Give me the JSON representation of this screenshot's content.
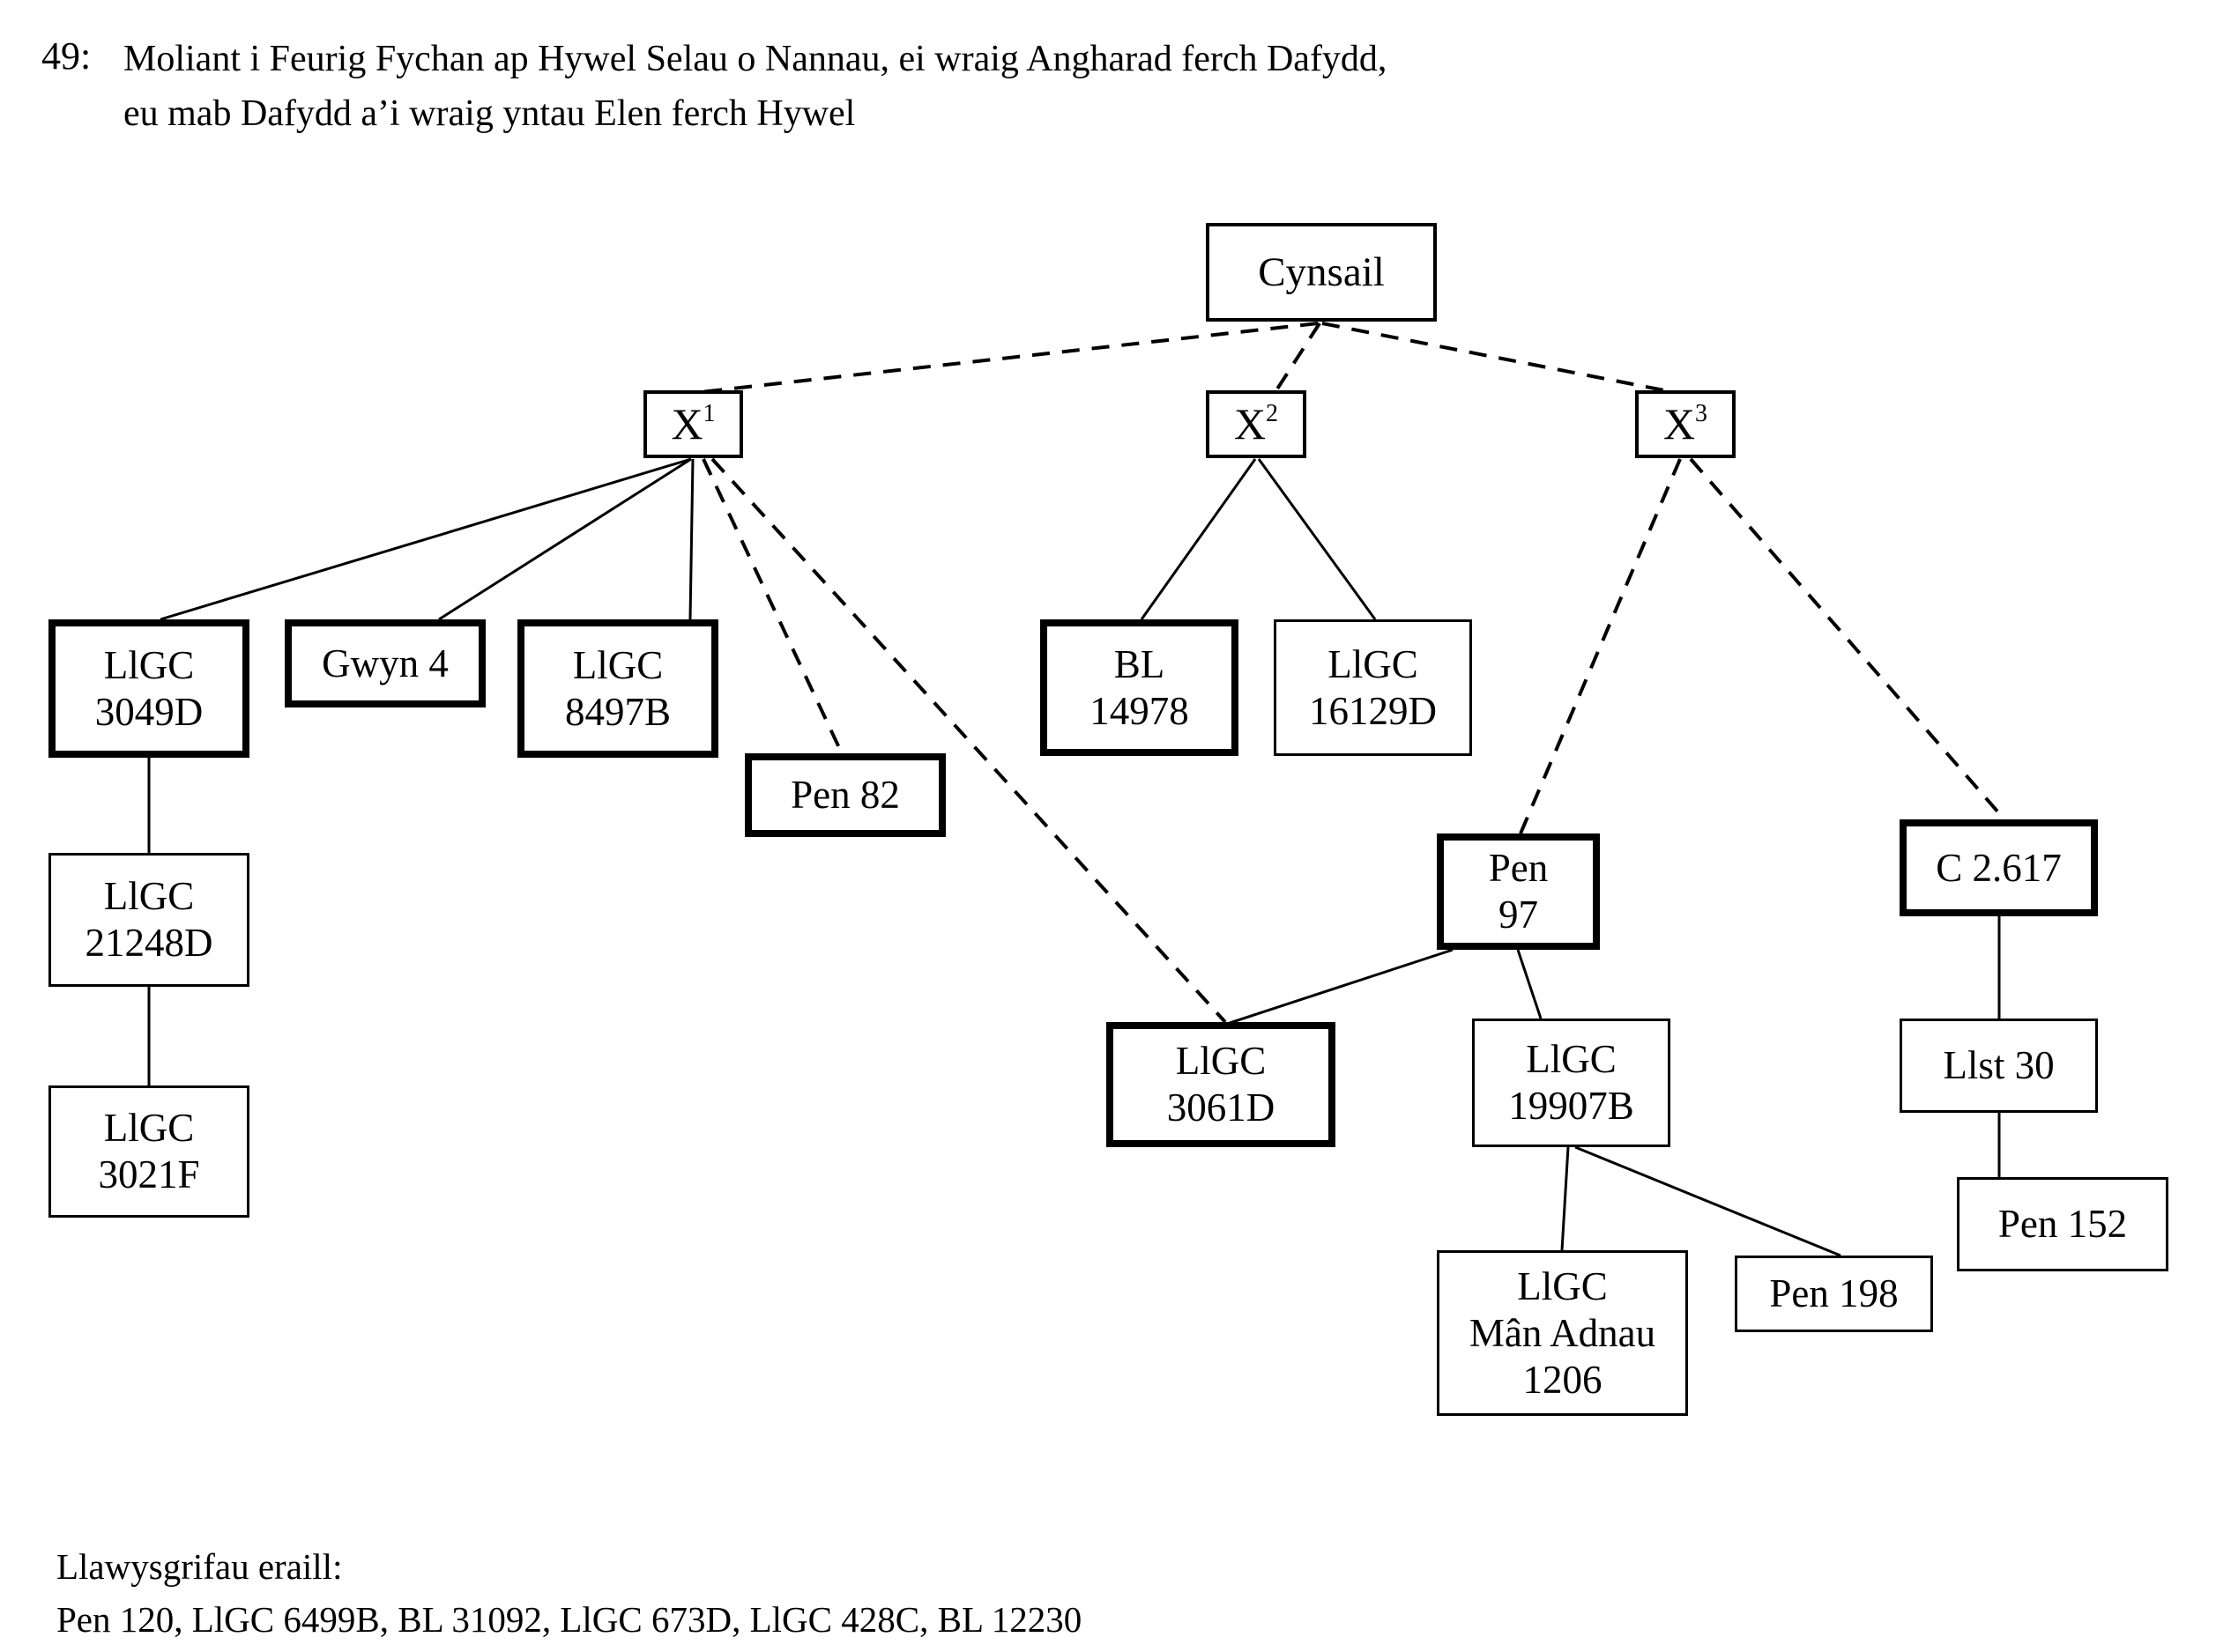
{
  "title": {
    "number": "49:",
    "line1": "Moliant i Feurig Fychan ap Hywel Selau o Nannau, ei wraig Angharad ferch Dafydd,",
    "line2": "eu mab Dafydd a’i wraig yntau Elen ferch Hywel"
  },
  "colors": {
    "ink": "#000000",
    "background": "#ffffff"
  },
  "stemma": {
    "nodes": [
      {
        "id": "cynsail",
        "lines": [
          "Cynsail"
        ],
        "border": "frame",
        "kind": "archetype"
      },
      {
        "id": "x1",
        "lines": [
          "X"
        ],
        "sup": "1",
        "border": "frame",
        "kind": "hyparchetype"
      },
      {
        "id": "x2",
        "lines": [
          "X"
        ],
        "sup": "2",
        "border": "frame",
        "kind": "hyparchetype"
      },
      {
        "id": "x3",
        "lines": [
          "X"
        ],
        "sup": "3",
        "border": "frame",
        "kind": "hyparchetype"
      },
      {
        "id": "llgc-3049d",
        "lines": [
          "LlGC",
          "3049D"
        ],
        "border": "bold"
      },
      {
        "id": "gwyn-4",
        "lines": [
          "Gwyn 4"
        ],
        "border": "bold"
      },
      {
        "id": "llgc-8497b",
        "lines": [
          "LlGC",
          "8497B"
        ],
        "border": "bold"
      },
      {
        "id": "pen-82",
        "lines": [
          "Pen 82"
        ],
        "border": "bold"
      },
      {
        "id": "bl-14978",
        "lines": [
          "BL",
          "14978"
        ],
        "border": "bold"
      },
      {
        "id": "llgc-16129d",
        "lines": [
          "LlGC",
          "16129D"
        ],
        "border": "normal"
      },
      {
        "id": "pen-97",
        "lines": [
          "Pen",
          "97"
        ],
        "border": "bold"
      },
      {
        "id": "c-2617",
        "lines": [
          "C 2.617"
        ],
        "border": "bold"
      },
      {
        "id": "llgc-21248d",
        "lines": [
          "LlGC",
          "21248D"
        ],
        "border": "normal"
      },
      {
        "id": "llgc-3021f",
        "lines": [
          "LlGC",
          "3021F"
        ],
        "border": "normal"
      },
      {
        "id": "llgc-3061d",
        "lines": [
          "LlGC",
          "3061D"
        ],
        "border": "bold"
      },
      {
        "id": "llgc-19907b",
        "lines": [
          "LlGC",
          "19907B"
        ],
        "border": "normal"
      },
      {
        "id": "llst-30",
        "lines": [
          "Llst 30"
        ],
        "border": "normal"
      },
      {
        "id": "pen-152",
        "lines": [
          "Pen 152"
        ],
        "border": "normal"
      },
      {
        "id": "llgc-man-adnau-1206",
        "lines": [
          "LlGC",
          "Mân Adnau",
          "1206"
        ],
        "border": "normal"
      },
      {
        "id": "pen-198",
        "lines": [
          "Pen 198"
        ],
        "border": "normal"
      }
    ],
    "edges": [
      {
        "from": "cynsail",
        "to": "x1",
        "style": "dashed"
      },
      {
        "from": "cynsail",
        "to": "x2",
        "style": "dashed"
      },
      {
        "from": "cynsail",
        "to": "x3",
        "style": "dashed"
      },
      {
        "from": "x1",
        "to": "llgc-3049d",
        "style": "solid"
      },
      {
        "from": "x1",
        "to": "gwyn-4",
        "style": "solid"
      },
      {
        "from": "x1",
        "to": "llgc-8497b",
        "style": "solid"
      },
      {
        "from": "x1",
        "to": "pen-82",
        "style": "dashed"
      },
      {
        "from": "x1",
        "to": "llgc-3061d",
        "style": "dashed"
      },
      {
        "from": "x2",
        "to": "bl-14978",
        "style": "solid"
      },
      {
        "from": "x2",
        "to": "llgc-16129d",
        "style": "solid"
      },
      {
        "from": "x3",
        "to": "pen-97",
        "style": "dashed"
      },
      {
        "from": "x3",
        "to": "c-2617",
        "style": "dashed"
      },
      {
        "from": "llgc-3049d",
        "to": "llgc-21248d",
        "style": "solid"
      },
      {
        "from": "llgc-21248d",
        "to": "llgc-3021f",
        "style": "solid"
      },
      {
        "from": "pen-97",
        "to": "llgc-3061d",
        "style": "solid"
      },
      {
        "from": "pen-97",
        "to": "llgc-19907b",
        "style": "solid"
      },
      {
        "from": "c-2617",
        "to": "llst-30",
        "style": "solid"
      },
      {
        "from": "llst-30",
        "to": "pen-152",
        "style": "solid"
      },
      {
        "from": "llgc-19907b",
        "to": "llgc-man-adnau-1206",
        "style": "solid"
      },
      {
        "from": "llgc-19907b",
        "to": "pen-198",
        "style": "solid"
      }
    ]
  },
  "footer": {
    "heading": "Llawysgrifau eraill:",
    "manuscripts": "Pen 120, LlGC 6499B, BL 31092, LlGC 673D, LlGC 428C, BL 12230"
  }
}
